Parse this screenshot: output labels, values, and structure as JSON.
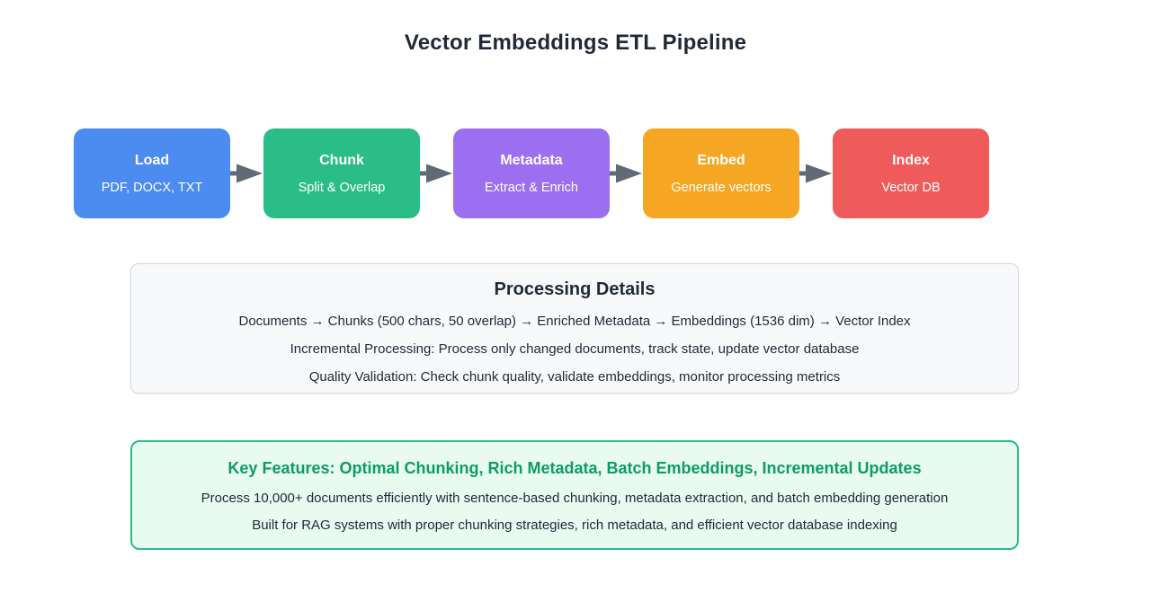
{
  "title": "Vector Embeddings ETL Pipeline",
  "pipeline": {
    "arrow_color": "#5f6a76",
    "stages": [
      {
        "label": "Load",
        "sublabel": "PDF, DOCX, TXT",
        "color": "#4c8bf0"
      },
      {
        "label": "Chunk",
        "sublabel": "Split & Overlap",
        "color": "#2abd87"
      },
      {
        "label": "Metadata",
        "sublabel": "Extract & Enrich",
        "color": "#9b6ff0"
      },
      {
        "label": "Embed",
        "sublabel": "Generate vectors",
        "color": "#f5a623"
      },
      {
        "label": "Index",
        "sublabel": "Vector DB",
        "color": "#ef5a5a"
      }
    ]
  },
  "processing_details": {
    "title": "Processing Details",
    "background": "#f8f9fa",
    "border_color": "#d3d8de",
    "lines": [
      "Documents → Chunks (500 chars, 50 overlap) → Enriched Metadata → Embeddings (1536 dim) → Vector Index",
      "Incremental Processing: Process only changed documents, track state, update vector database",
      "Quality Validation: Check chunk quality, validate embeddings, monitor processing metrics"
    ]
  },
  "key_features": {
    "title": "Key Features: Optimal Chunking, Rich Metadata, Batch Embeddings, Incremental Updates",
    "title_color": "#0c9b6c",
    "background": "#e9faf1",
    "border_color": "#2abd87",
    "lines": [
      "Process 10,000+ documents efficiently with sentence-based chunking, metadata extraction, and batch embedding generation",
      "Built for RAG systems with proper chunking strategies, rich metadata, and efficient vector database indexing"
    ]
  }
}
